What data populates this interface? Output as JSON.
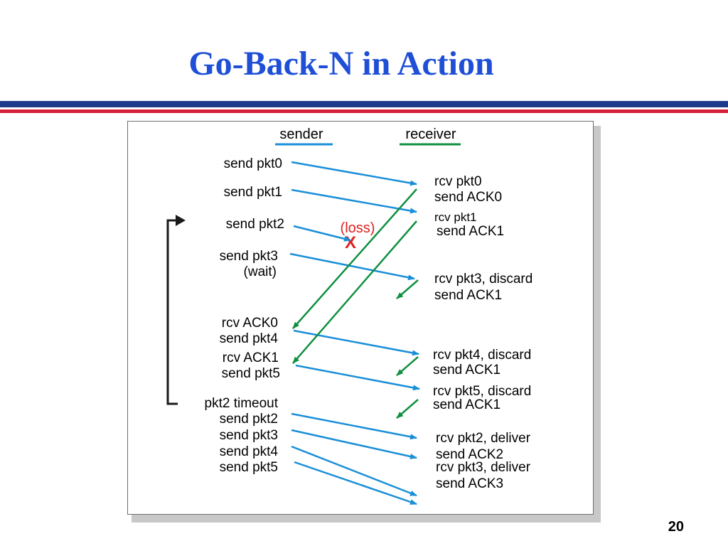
{
  "slide": {
    "title": "Go-Back-N in Action",
    "page_number": "20"
  },
  "colors": {
    "title": "#1f4fd6",
    "rule_primary": "#1e3a8a",
    "rule_secondary": "#d6203a",
    "sender_arrow": "#1a8fd8",
    "receiver_arrow": "#109040",
    "loss": "#e02020",
    "timer": "#1a1a1a"
  },
  "diagram": {
    "sender_header": "sender",
    "receiver_header": "receiver",
    "loss_label": "(loss)",
    "loss_mark": "X",
    "sender_events": [
      "send pkt0",
      "send pkt1",
      "send pkt2",
      "send pkt3",
      "(wait)",
      "rcv ACK0",
      "send pkt4",
      "rcv ACK1",
      "send pkt5",
      "pkt2 timeout",
      "send pkt2",
      "send pkt3",
      "send pkt4",
      "send pkt5"
    ],
    "receiver_events": [
      "rcv pkt0",
      "send ACK0",
      "rcv pkt1",
      "send ACK1",
      "rcv pkt3, discard",
      "send ACK1",
      "rcv pkt4, discard",
      "send ACK1",
      "rcv pkt5, discard",
      "send ACK1",
      "rcv pkt2, deliver",
      "send ACK2",
      "rcv pkt3, deliver",
      "send ACK3"
    ]
  }
}
